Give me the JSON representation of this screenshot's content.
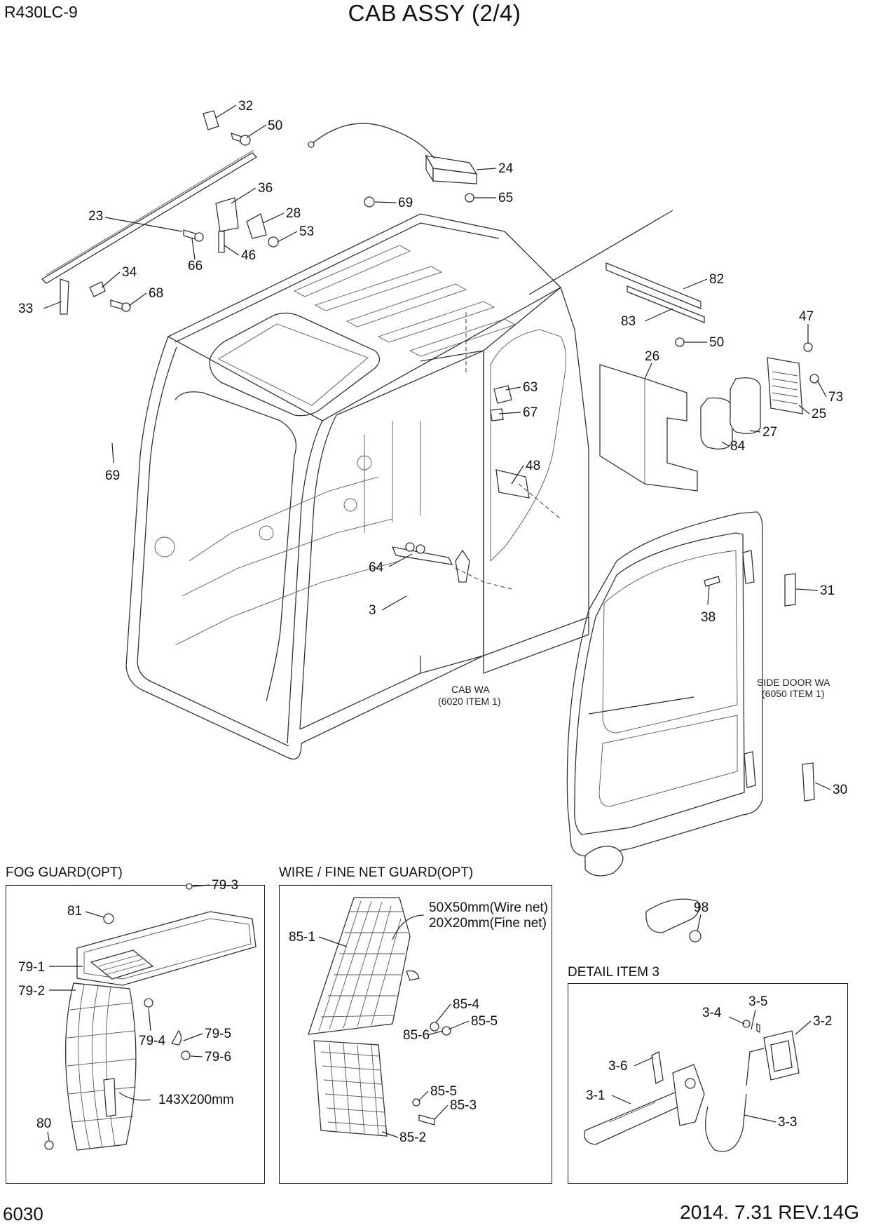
{
  "header": {
    "model": "R430LC-9",
    "title": "CAB ASSY (2/4)"
  },
  "footer": {
    "page_number": "6030",
    "revision": "2014. 7.31  REV.14G"
  },
  "main_labels": {
    "p32": "32",
    "p50a": "50",
    "p24": "24",
    "p65": "65",
    "p69a": "69",
    "p23": "23",
    "p36": "36",
    "p28": "28",
    "p53": "53",
    "p66": "66",
    "p46": "46",
    "p34": "34",
    "p68": "68",
    "p33": "33",
    "p82": "82",
    "p83": "83",
    "p50b": "50",
    "p47": "47",
    "p26": "26",
    "p63": "63",
    "p67": "67",
    "p73": "73",
    "p25": "25",
    "p27": "27",
    "p84": "84",
    "p69b": "69",
    "p48": "48",
    "p64": "64",
    "p3": "3",
    "p31": "31",
    "p38": "38",
    "p30": "30",
    "p98": "98"
  },
  "notes": {
    "cab_wa_line1": "CAB WA",
    "cab_wa_line2": "(6020 ITEM 1)",
    "side_door_line1": "SIDE DOOR WA",
    "side_door_line2": "(6050 ITEM 1)"
  },
  "fog_guard": {
    "title": "FOG GUARD(OPT)",
    "labels": {
      "p79_3": "79-3",
      "p81": "81",
      "p79_1": "79-1",
      "p79_2": "79-2",
      "p79_4": "79-4",
      "p79_5": "79-5",
      "p79_6": "79-6",
      "p80": "80",
      "size": "143X200mm"
    }
  },
  "wire_guard": {
    "title": "WIRE / FINE NET GUARD(OPT)",
    "labels": {
      "wire_net": "50X50mm(Wire net)",
      "fine_net": "20X20mm(Fine net)",
      "p85_1": "85-1",
      "p85_4": "85-4",
      "p85_6": "85-6",
      "p85_5a": "85-5",
      "p85_5b": "85-5",
      "p85_3": "85-3",
      "p85_2": "85-2"
    }
  },
  "detail3": {
    "title": "DETAIL ITEM 3",
    "labels": {
      "p3_5": "3-5",
      "p3_4": "3-4",
      "p3_2": "3-2",
      "p3_6": "3-6",
      "p3_1": "3-1",
      "p3_3": "3-3"
    }
  }
}
